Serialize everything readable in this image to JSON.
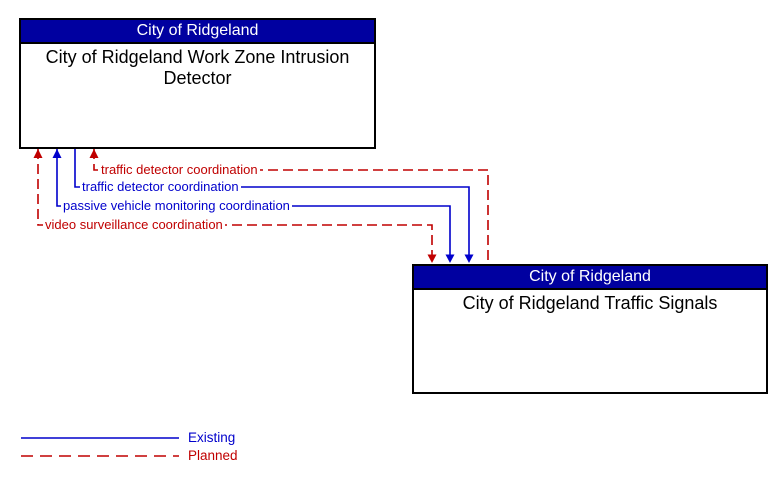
{
  "entities": {
    "work_zone_detector": {
      "header": "City of Ridgeland",
      "name": "City of Ridgeland Work Zone Intrusion Detector"
    },
    "traffic_signals": {
      "header": "City of Ridgeland",
      "name": "City of Ridgeland Traffic Signals"
    }
  },
  "flows": [
    {
      "label": "traffic detector coordination",
      "status": "planned",
      "arrow_into_work_zone_detector": true,
      "arrow_into_traffic_signals": false
    },
    {
      "label": "traffic detector coordination",
      "status": "existing",
      "arrow_into_work_zone_detector": false,
      "arrow_into_traffic_signals": true
    },
    {
      "label": "passive vehicle monitoring coordination",
      "status": "existing",
      "arrow_into_work_zone_detector": true,
      "arrow_into_traffic_signals": true
    },
    {
      "label": "video surveillance coordination",
      "status": "planned",
      "arrow_into_work_zone_detector": true,
      "arrow_into_traffic_signals": true
    }
  ],
  "legend": {
    "items": [
      {
        "label": "Existing",
        "style": "solid",
        "color": "#0000CC"
      },
      {
        "label": "Planned",
        "style": "dashed",
        "color": "#C00000"
      }
    ]
  },
  "colors": {
    "existing": "#0000CC",
    "planned": "#C00000",
    "header-bg": "#0000A0",
    "header-text": "#FFFFFF",
    "box-border": "#000000",
    "body-text": "#000000",
    "canvas-bg": "#FFFFFF"
  }
}
